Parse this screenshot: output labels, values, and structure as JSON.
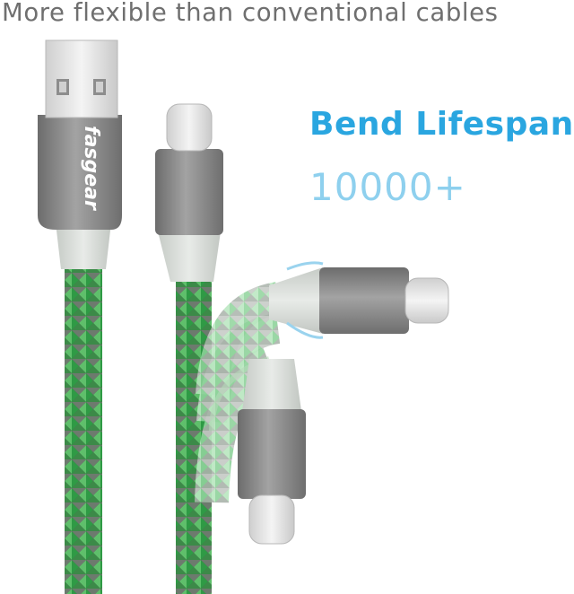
{
  "headline": "More flexible than conventional cables",
  "bend": {
    "title": "Bend Lifespan",
    "value": "10000+"
  },
  "brand_logo": "fasgear",
  "colors": {
    "headline": "#6f6f6f",
    "bend_title": "#2aa6e0",
    "bend_value": "#8ed0ee",
    "braid_dark": "#3f6b45",
    "braid_green": "#3fae52",
    "braid_light_green": "#8cd49a",
    "connector_housing": "#8a8a8a",
    "strain_relief": "#d9ddd9"
  }
}
